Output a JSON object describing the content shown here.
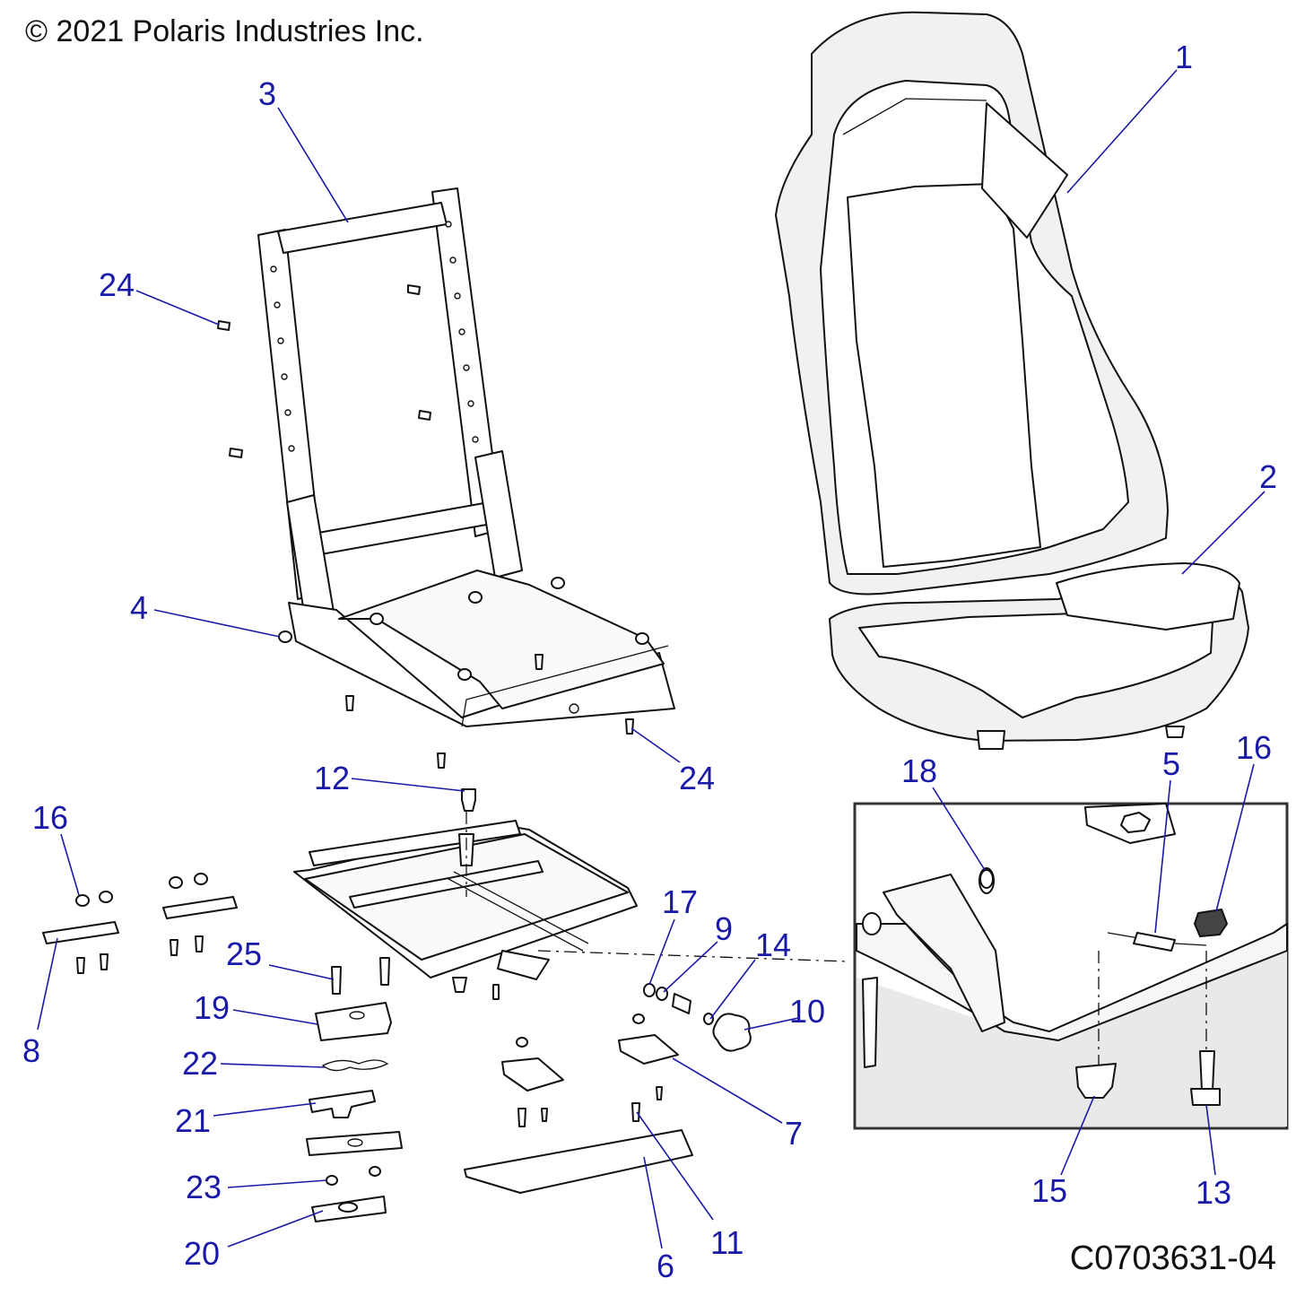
{
  "copyright": "© 2021 Polaris Industries Inc.",
  "drawing_number": "C0703631-04",
  "callouts": {
    "c1": "1",
    "c2": "2",
    "c3": "3",
    "c4": "4",
    "c5": "5",
    "c6": "6",
    "c7": "7",
    "c8": "8",
    "c9": "9",
    "c10": "10",
    "c11": "11",
    "c12": "12",
    "c13": "13",
    "c14": "14",
    "c15": "15",
    "c16a": "16",
    "c16b": "16",
    "c17": "17",
    "c18": "18",
    "c19": "19",
    "c20": "20",
    "c21": "21",
    "c22": "22",
    "c23": "23",
    "c24a": "24",
    "c24b": "24",
    "c25": "25"
  }
}
